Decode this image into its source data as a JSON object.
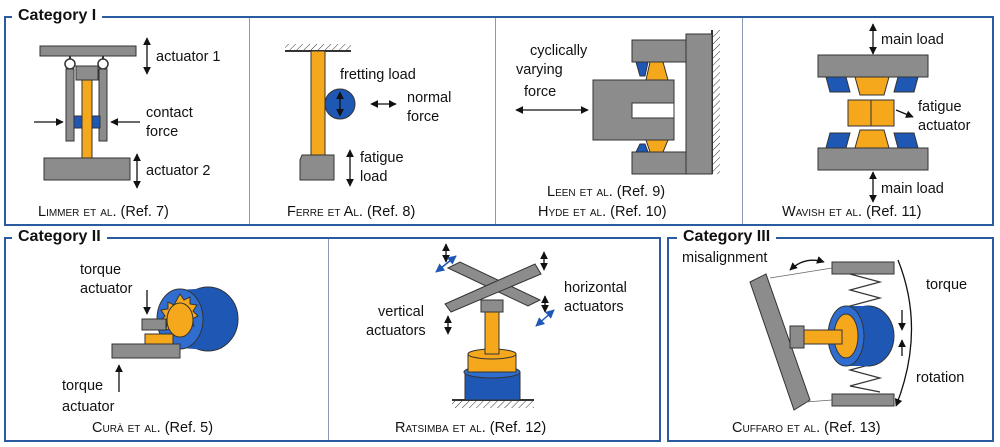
{
  "categories": {
    "c1": "Category I",
    "c2": "Category II",
    "c3": "Category III"
  },
  "limmer": {
    "actuator1": "actuator 1",
    "contact1": "contact",
    "contact2": "force",
    "actuator2": "actuator 2",
    "ref_author": "Limmer et al.",
    "ref_no": "(Ref. 7)"
  },
  "ferre": {
    "fretting": "fretting load",
    "normal1": "normal",
    "normal2": "force",
    "fatigue1": "fatigue",
    "fatigue2": "load",
    "ref_author": "Ferre et Al.",
    "ref_no": "(Ref. 8)"
  },
  "leen": {
    "cyc1": "cyclically",
    "cyc2": "varying",
    "cyc3": "force",
    "ref1_author": "Leen et al.",
    "ref1_no": "(Ref. 9)",
    "ref2_author": "Hyde et al.",
    "ref2_no": "(Ref. 10)"
  },
  "wavish": {
    "main_top": "main load",
    "fatigue1": "fatigue",
    "fatigue2": "actuator",
    "main_bottom": "main load",
    "ref_author": "Wavish et al.",
    "ref_no": "(Ref. 11)"
  },
  "cura": {
    "torque_top1": "torque",
    "torque_top2": "actuator",
    "torque_bot1": "torque",
    "torque_bot2": "actuator",
    "ref_author": "Curà et al.",
    "ref_no": "(Ref. 5)"
  },
  "ratsimba": {
    "vertical1": "vertical",
    "vertical2": "actuators",
    "horizontal1": "horizontal",
    "horizontal2": "actuators",
    "ref_author": "Ratsimba et al.",
    "ref_no": "(Ref. 12)"
  },
  "cuffaro": {
    "misalignment": "misalignment",
    "torque": "torque",
    "rotation": "rotation",
    "ref_author": "Cuffaro et al.",
    "ref_no": "(Ref. 13)"
  },
  "colors": {
    "frame": "#2a5aa0",
    "steel": "#8c8c8c",
    "specimen": "#f5a81c",
    "blue": "#1f57b5"
  }
}
